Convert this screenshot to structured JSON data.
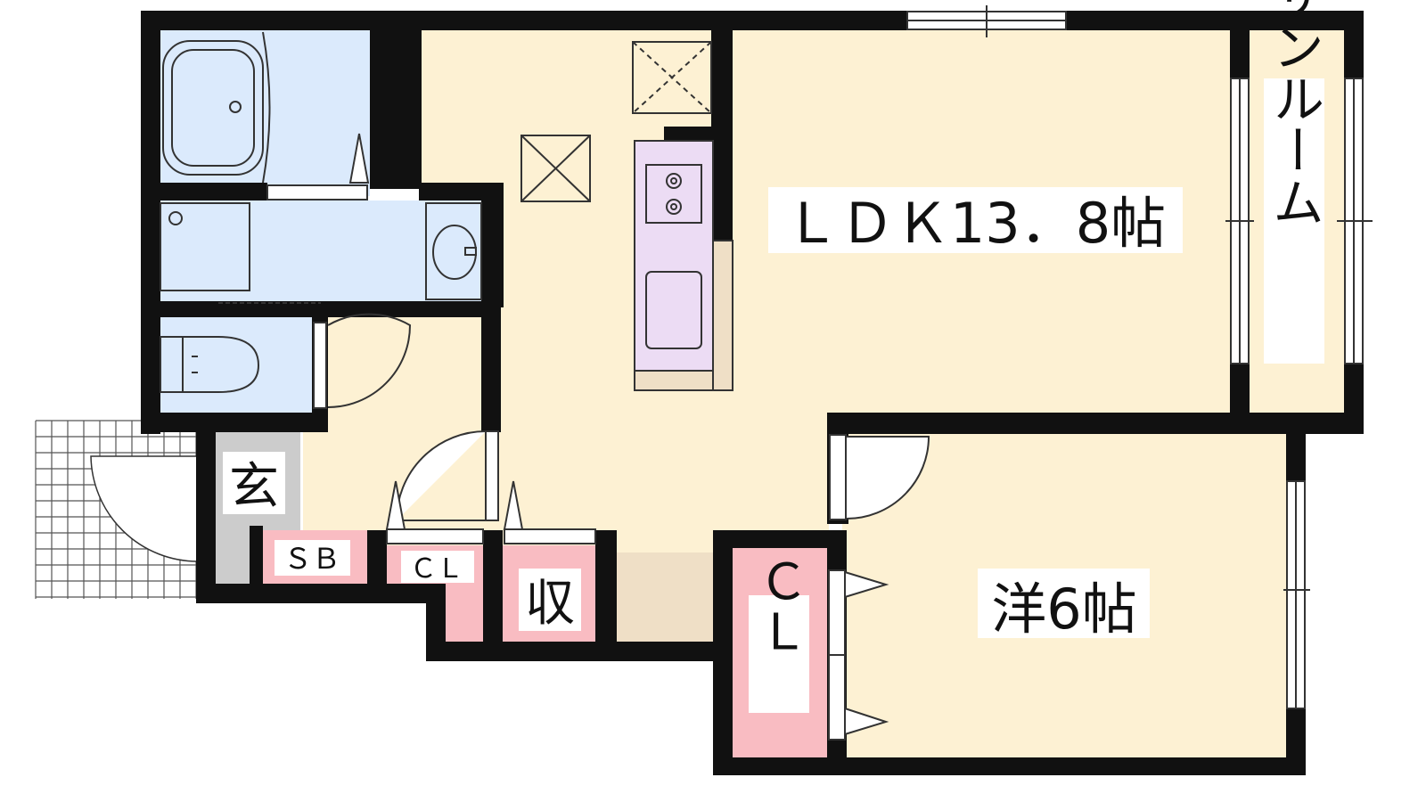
{
  "rooms": {
    "ldk": {
      "label": "ＬＤＫ13．8帖"
    },
    "sunroom": {
      "label": "サンルーム"
    },
    "western": {
      "label": "洋6帖"
    },
    "entrance": {
      "label": "玄"
    },
    "shoe_box": {
      "label": "ＳＢ"
    },
    "closet_small": {
      "label": "ＣＬ"
    },
    "storage": {
      "label": "収"
    },
    "closet_bedroom": {
      "label": "ＣＬ"
    }
  },
  "colors": {
    "wall": "#111111",
    "floor": "#fdf1d3",
    "wet_area": "#dbeafc",
    "storage": "#f9bcc2",
    "kitchen": "#ecdcf4",
    "entrance_floor": "#cccccc",
    "counter": "#efdfc6"
  }
}
